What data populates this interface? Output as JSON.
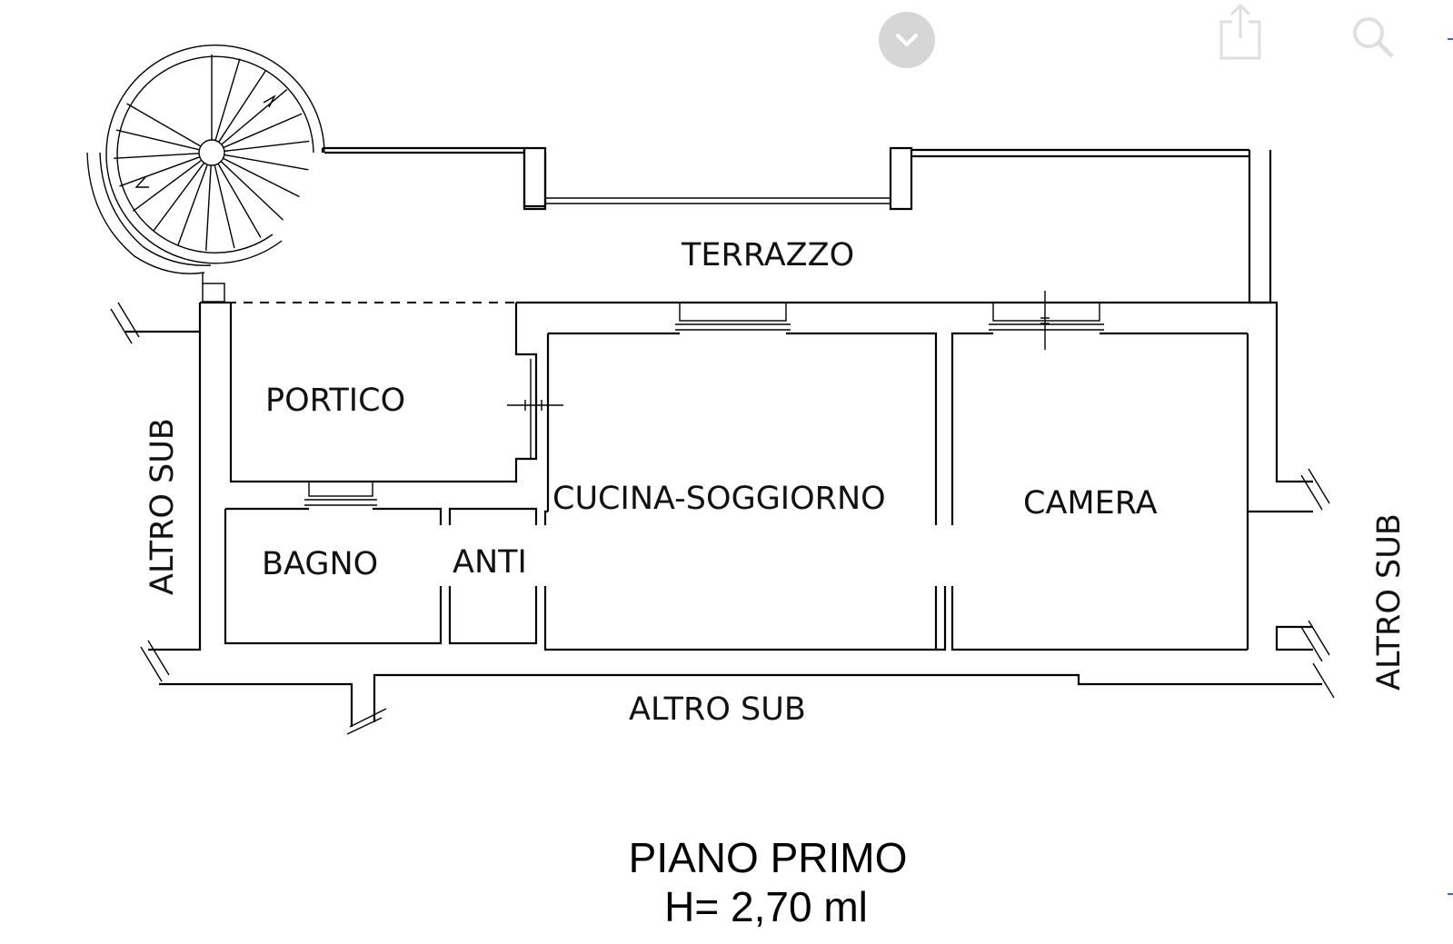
{
  "plan": {
    "rooms": {
      "terrazzo": "TERRAZZO",
      "portico": "PORTICO",
      "cucina_soggiorno": "CUCINA-SOGGIORNO",
      "camera": "CAMERA",
      "bagno": "BAGNO",
      "anti": "ANTI",
      "altro_sub_left": "ALTRO SUB",
      "altro_sub_right": "ALTRO SUB",
      "altro_sub_bottom": "ALTRO SUB"
    },
    "title": "PIANO PRIMO",
    "height": "H= 2,70 ml"
  },
  "toolbar": {
    "collapse_icon": "chevron-down-icon",
    "share_icon": "share-icon",
    "search_icon": "search-icon"
  },
  "colors": {
    "line": "#000000",
    "background": "#ffffff",
    "toolbar_button": "#d6d6d6",
    "edge_accent": "#3b62d6"
  }
}
